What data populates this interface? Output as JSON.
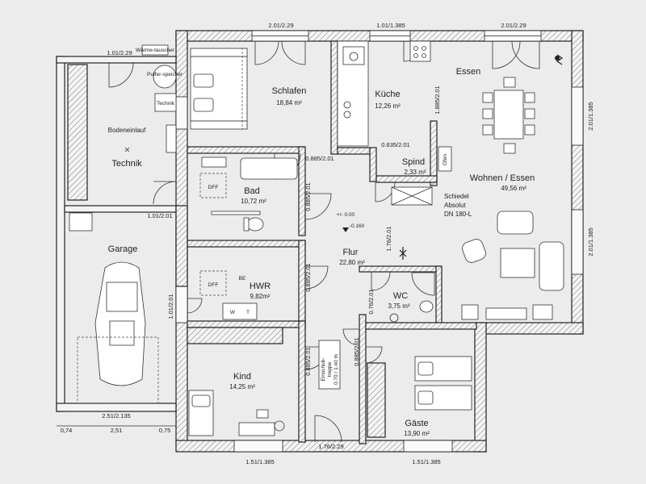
{
  "rooms": {
    "schlafen": {
      "name": "Schlafen",
      "area": "18,84 m²"
    },
    "kueche": {
      "name": "Küche",
      "area": "12,26 m²"
    },
    "essen": {
      "name": "Essen"
    },
    "wohnen": {
      "name": "Wohnen / Essen",
      "area": "49,56 m²"
    },
    "technik": {
      "name": "Technik"
    },
    "bad": {
      "name": "Bad",
      "area": "10,72 m²"
    },
    "spind": {
      "name": "Spind",
      "area": "2,33 m²"
    },
    "garage": {
      "name": "Garage"
    },
    "flur": {
      "name": "Flur",
      "area": "22,80 m²"
    },
    "hwr": {
      "name": "HWR",
      "area": "9,82m²"
    },
    "wc": {
      "name": "WC",
      "area": "3,75 m²"
    },
    "kind": {
      "name": "Kind",
      "area": "14,25 m²"
    },
    "gaeste": {
      "name": "Gäste",
      "area": "13,90 m²"
    }
  },
  "labels": {
    "waermetauscher": "Wärme-tauscher",
    "pufferspeicher": "Puffer-speicher",
    "technik_box": "Technik",
    "bodeneinlauf": "Bodeneinlauf",
    "dff_bad": "DFF",
    "dff_hwr": "DFF",
    "be": "BE",
    "w": "W",
    "t": "T",
    "ofen": "Ofen",
    "schiedel_1": "Schiedel",
    "schiedel_2": "Absolut",
    "schiedel_3": "DN 180-L",
    "level_0": "+/- 0.00",
    "level_1": "-0.160",
    "einschub_1": "Einschub-",
    "einschub_2": "treppe",
    "einschub_3": "0.70 / 1.40 m"
  },
  "dimensions": {
    "top_1": "2.01/2.29",
    "top_2": "1.01/1.385",
    "top_3": "2.01/2.29",
    "technik_top": "1.01/2.29",
    "kueche_right": "1.885/2.01",
    "wohnen_right_1": "2.01/1.385",
    "wohnen_right_2": "2.01/1.385",
    "spind_door": "0.635/2.01",
    "bad_door_1": "0.885/2.01",
    "bad_door_2": "0.885/2.01",
    "garage_door": "1.01/2.01",
    "flur_1": "1.76/2.01",
    "hwr_door": "0.885/2.01",
    "wc_door": "0.76/2.01",
    "garage_side": "1.01/2.01",
    "kind_door": "0.885/2.01",
    "gaeste_door": "0.885/2.01",
    "garage_bottom": "2.51/2.135",
    "bottom_left_1": "0,74",
    "bottom_left_2": "2,51",
    "bottom_left_3": "0,75",
    "front_door": "1.76/2.29",
    "bottom_1": "1.51/1.385",
    "bottom_2": "1.51/1.385"
  }
}
